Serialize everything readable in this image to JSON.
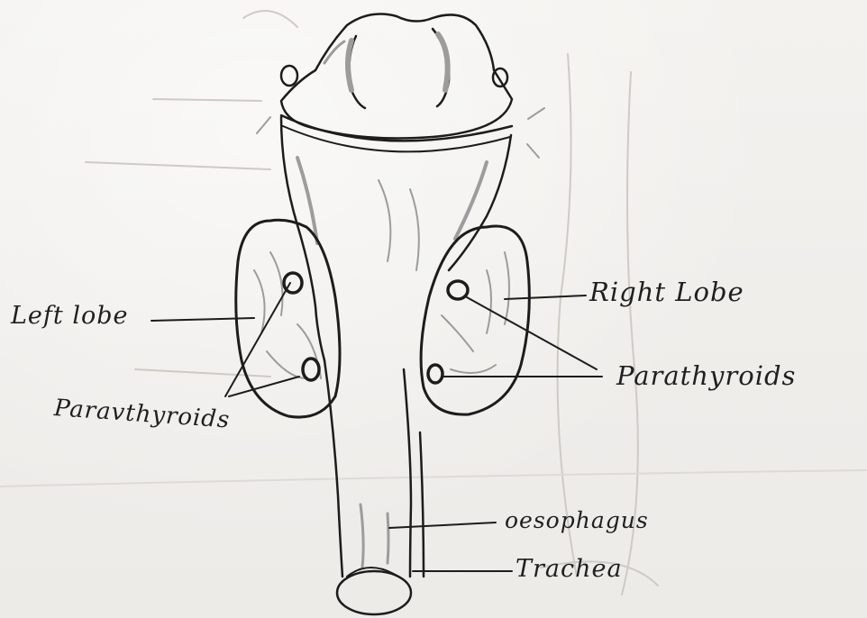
{
  "labels": {
    "left_lobe": "Left lobe",
    "parathyroids_left": "Paravthyroids",
    "right_lobe": "Right Lobe",
    "parathyroids_right": "Parathyroids",
    "oesophagus": "oesophagus",
    "trachea": "Trachea"
  },
  "colors": {
    "paper": "#f2f0ed",
    "ink": "#1c1c1c",
    "pencil_shading": "#9c9c9c"
  }
}
